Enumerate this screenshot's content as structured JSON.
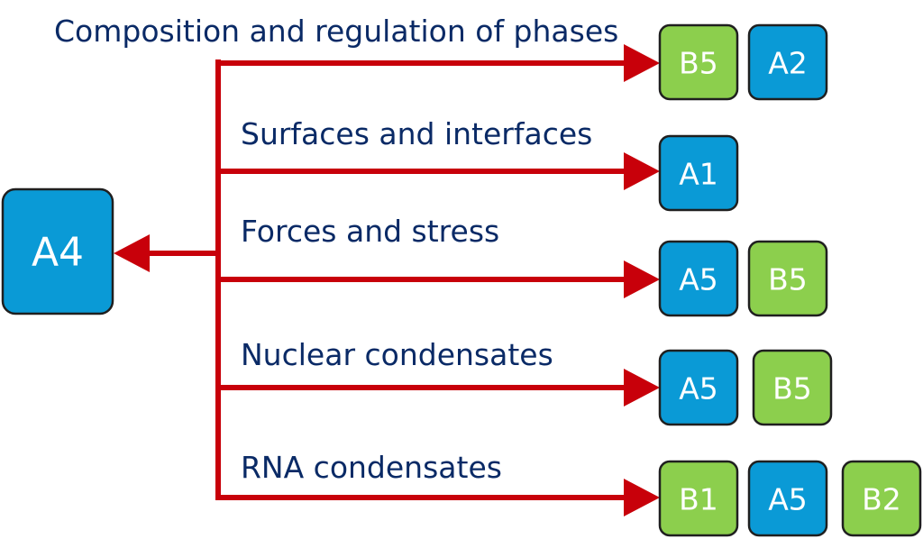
{
  "colors": {
    "blue": "#0a9ad6",
    "green": "#8ccf4d",
    "arrow": "#c8000a",
    "label": "#0a2a66"
  },
  "hub": {
    "label": "A4",
    "color": "blue"
  },
  "rows": [
    {
      "label": "Composition and regulation of phases",
      "boxes": [
        {
          "label": "B5",
          "color": "green"
        },
        {
          "label": "A2",
          "color": "blue"
        }
      ]
    },
    {
      "label": "Surfaces and interfaces",
      "boxes": [
        {
          "label": "A1",
          "color": "blue"
        }
      ]
    },
    {
      "label": "Forces and stress",
      "boxes": [
        {
          "label": "A5",
          "color": "blue"
        },
        {
          "label": "B5",
          "color": "green"
        }
      ]
    },
    {
      "label": "Nuclear condensates",
      "boxes": [
        {
          "label": "A5",
          "color": "blue"
        },
        {
          "label": "B5",
          "color": "green"
        }
      ]
    },
    {
      "label": "RNA condensates",
      "boxes": [
        {
          "label": "B1",
          "color": "green"
        },
        {
          "label": "A5",
          "color": "blue"
        },
        {
          "label": "B2",
          "color": "green"
        }
      ]
    }
  ]
}
